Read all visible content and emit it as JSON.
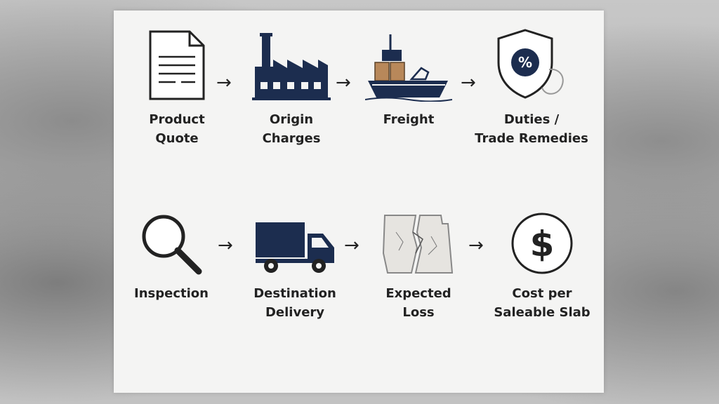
{
  "steps_row1": [
    {
      "label": "Product\nQuote",
      "icon": "document-icon"
    },
    {
      "label": "Origin\nCharges",
      "icon": "factory-icon"
    },
    {
      "label": "Freight",
      "icon": "ship-icon"
    },
    {
      "label": "Duties /\nTrade Remedies",
      "icon": "shield-percent-icon"
    }
  ],
  "steps_row2": [
    {
      "label": "Inspection",
      "icon": "magnifier-icon"
    },
    {
      "label": "Destination\nDelivery",
      "icon": "truck-icon"
    },
    {
      "label": "Expected\nLoss",
      "icon": "cracked-slab-icon"
    },
    {
      "label": "Cost per\nSaleable Slab",
      "icon": "dollar-coin-icon"
    }
  ],
  "arrow_glyph": "→",
  "colors": {
    "navy": "#1c2d4f",
    "ink": "#222222",
    "card": "#f4f4f3",
    "crate": "#b8885a"
  }
}
